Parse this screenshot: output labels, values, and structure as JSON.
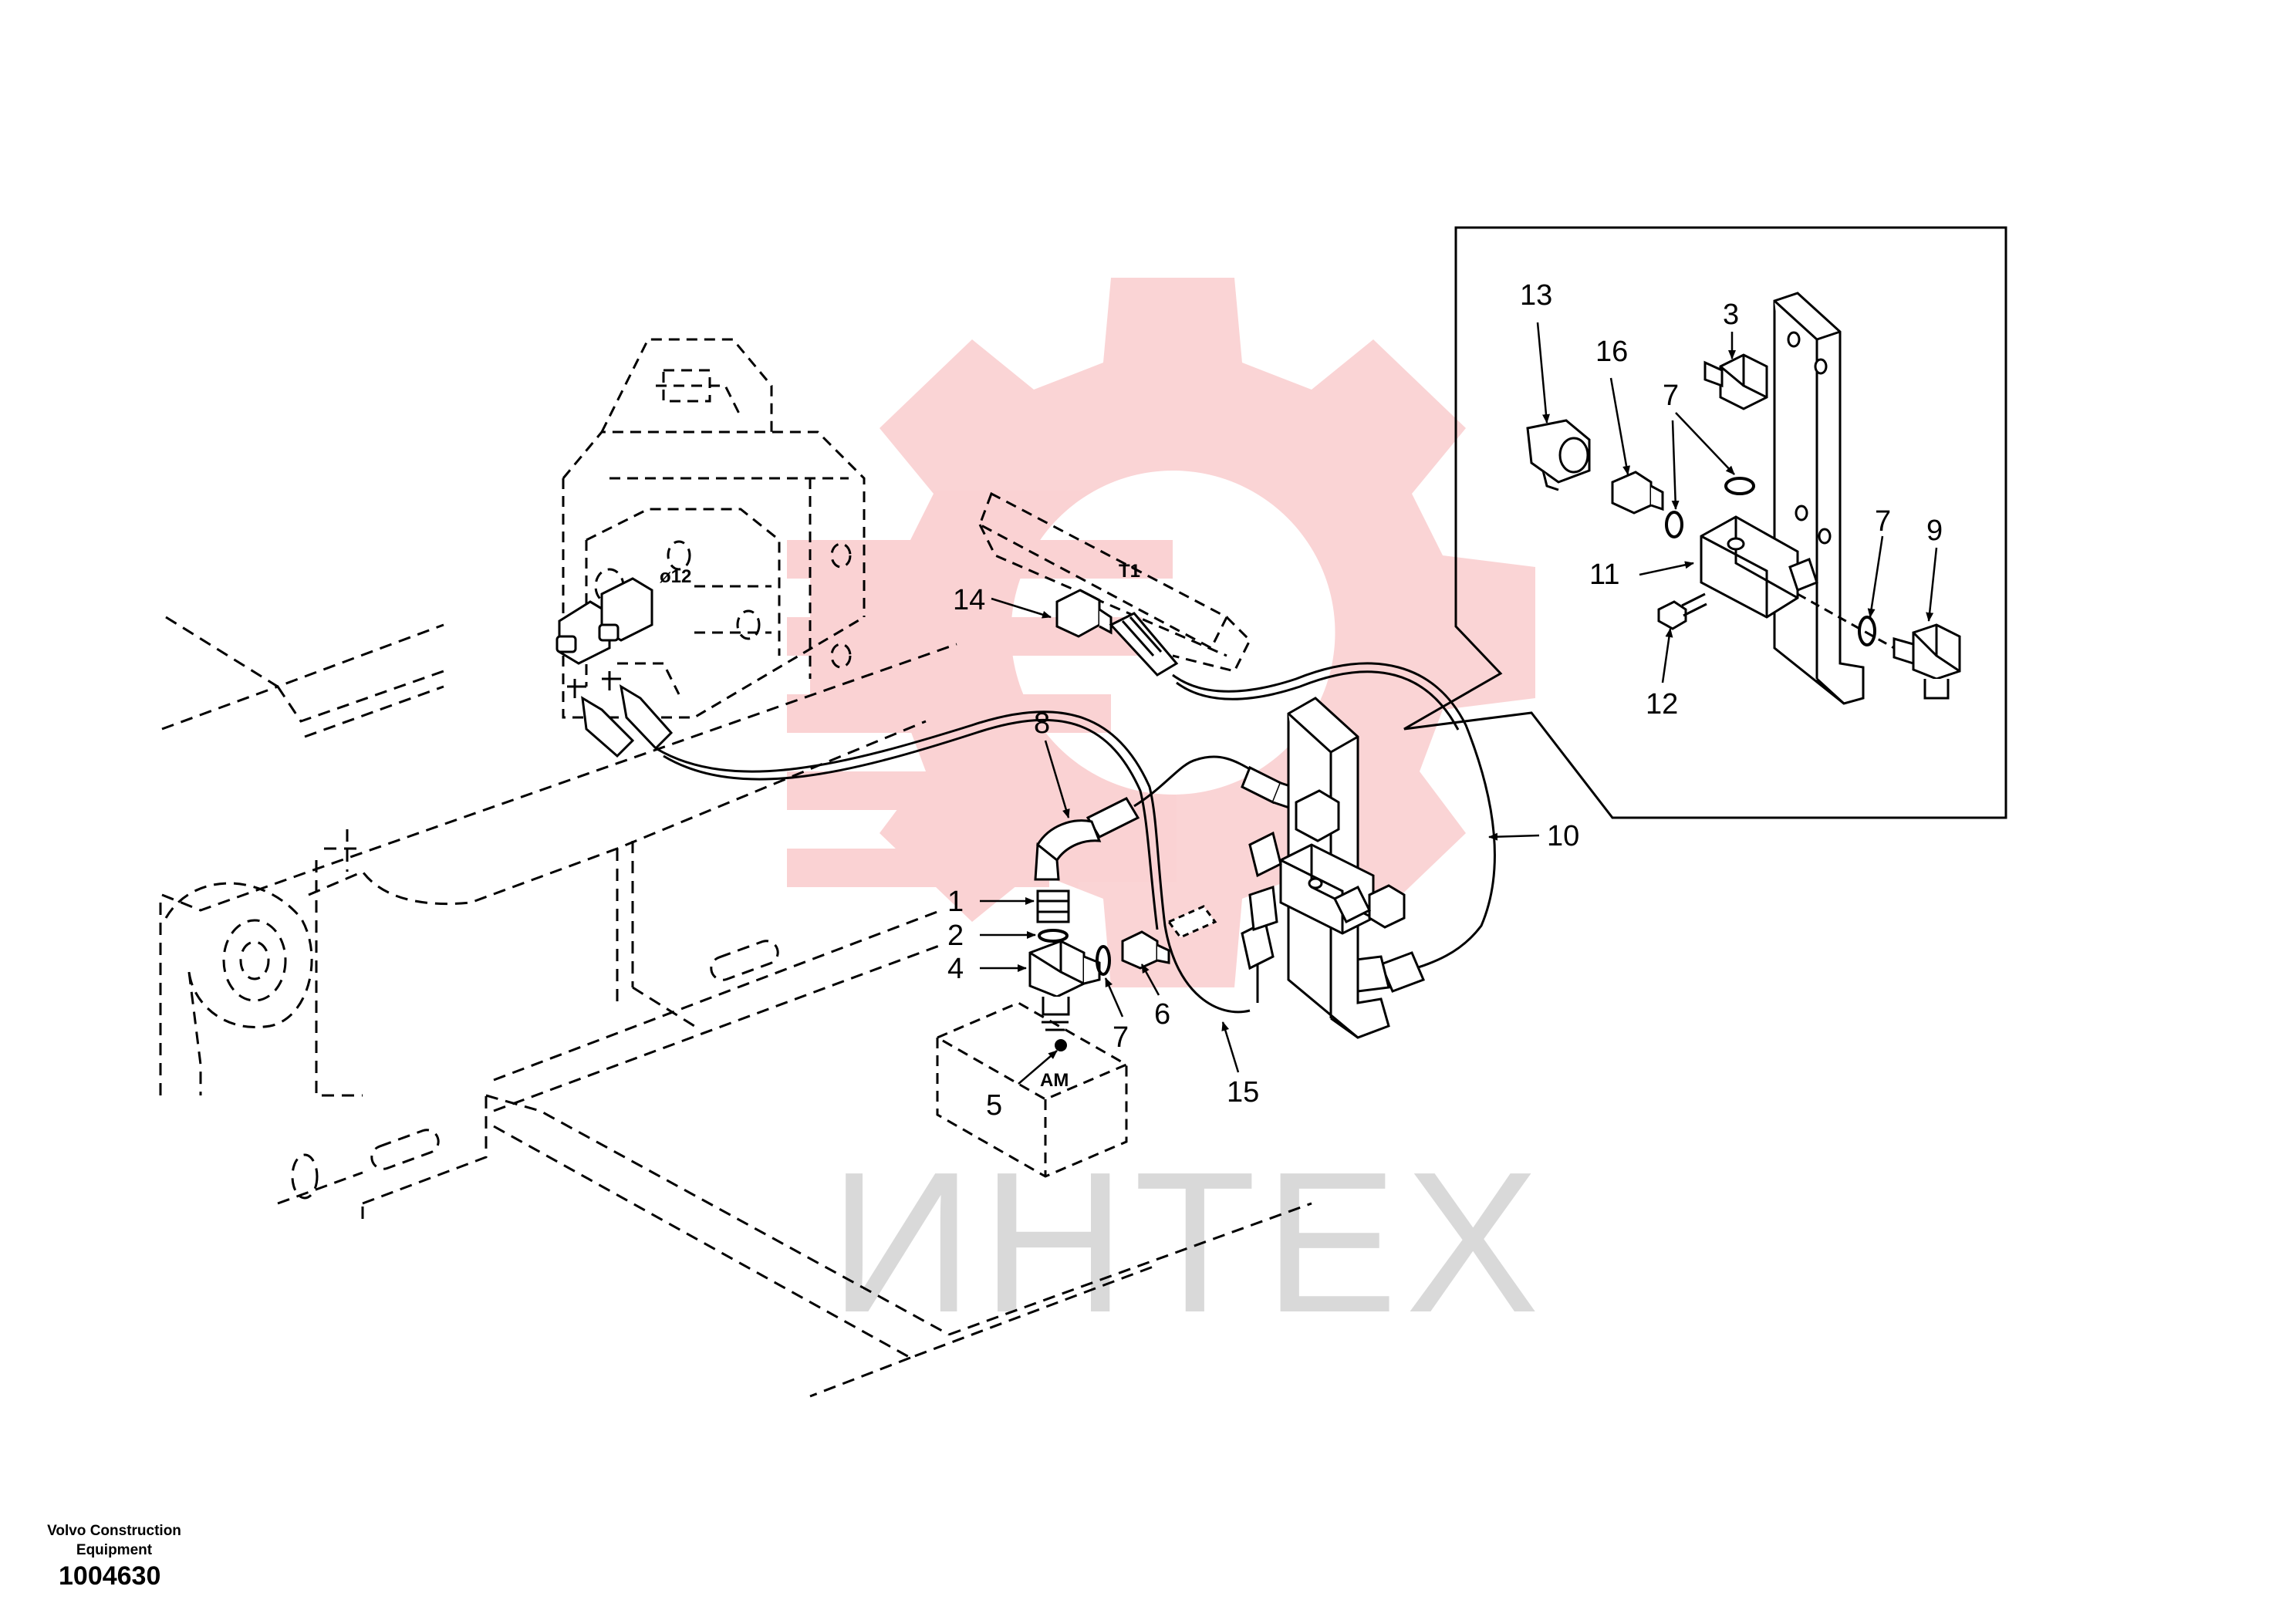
{
  "watermark": {
    "text": "ИНТЕХ",
    "gear_color": "#e8262b",
    "text_color": "#d9d9d9"
  },
  "diagram": {
    "component_tags": [
      "ø12",
      "T1",
      "AM"
    ],
    "part_callouts": [
      "1",
      "2",
      "3",
      "4",
      "5",
      "6",
      "7",
      "7",
      "7",
      "7",
      "8",
      "9",
      "10",
      "11",
      "12",
      "13",
      "14",
      "15",
      "16"
    ]
  },
  "footer": {
    "manufacturer_line1": "Volvo Construction",
    "manufacturer_line2": "Equipment",
    "document_number": "1004630"
  }
}
